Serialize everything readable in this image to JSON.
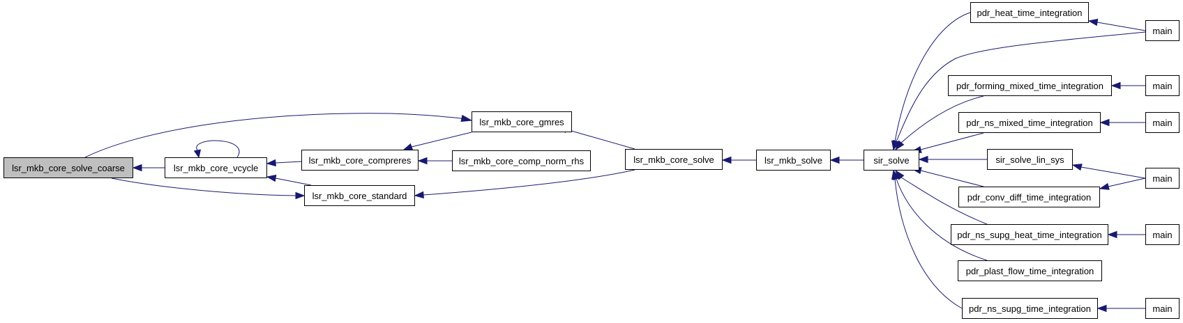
{
  "graph": {
    "edge_color": "#191970",
    "root_fill": "#bfbfbf",
    "nodes": {
      "root": "lsr_mkb_core_solve_coarse",
      "vcycle": "lsr_mkb_core_vcycle",
      "gmres": "lsr_mkb_core_gmres",
      "compreres": "lsr_mkb_core_compreres",
      "comp_norm_rhs": "lsr_mkb_core_comp_norm_rhs",
      "standard": "lsr_mkb_core_standard",
      "core_solve": "lsr_mkb_core_solve",
      "mkb_solve": "lsr_mkb_solve",
      "sir_solve": "sir_solve",
      "heat": "pdr_heat_time_integration",
      "forming": "pdr_forming_mixed_time_integration",
      "ns_mixed": "pdr_ns_mixed_time_integration",
      "lin_sys": "sir_solve_lin_sys",
      "conv_diff": "pdr_conv_diff_time_integration",
      "ns_supg_heat": "pdr_ns_supg_heat_time_integration",
      "plast": "pdr_plast_flow_time_integration",
      "ns_supg": "pdr_ns_supg_time_integration",
      "main1": "main",
      "main2": "main",
      "main3": "main",
      "main4": "main",
      "main5": "main",
      "main6": "main"
    },
    "edges": [
      {
        "from": "vcycle",
        "to": "root"
      },
      {
        "from": "gmres",
        "to": "root"
      },
      {
        "from": "standard",
        "to": "root"
      },
      {
        "from": "vcycle",
        "to": "vcycle"
      },
      {
        "from": "compreres",
        "to": "vcycle"
      },
      {
        "from": "standard",
        "to": "vcycle"
      },
      {
        "from": "gmres",
        "to": "compreres"
      },
      {
        "from": "comp_norm_rhs",
        "to": "compreres"
      },
      {
        "from": "core_solve",
        "to": "gmres"
      },
      {
        "from": "core_solve",
        "to": "standard"
      },
      {
        "from": "mkb_solve",
        "to": "core_solve"
      },
      {
        "from": "sir_solve",
        "to": "mkb_solve"
      },
      {
        "from": "heat",
        "to": "sir_solve"
      },
      {
        "from": "main1",
        "to": "sir_solve"
      },
      {
        "from": "forming",
        "to": "sir_solve"
      },
      {
        "from": "ns_mixed",
        "to": "sir_solve"
      },
      {
        "from": "lin_sys",
        "to": "sir_solve"
      },
      {
        "from": "conv_diff",
        "to": "sir_solve"
      },
      {
        "from": "ns_supg_heat",
        "to": "sir_solve"
      },
      {
        "from": "plast",
        "to": "sir_solve"
      },
      {
        "from": "ns_supg",
        "to": "sir_solve"
      },
      {
        "from": "main1",
        "to": "heat"
      },
      {
        "from": "main2",
        "to": "forming"
      },
      {
        "from": "main3",
        "to": "ns_mixed"
      },
      {
        "from": "main4",
        "to": "lin_sys"
      },
      {
        "from": "main4",
        "to": "conv_diff"
      },
      {
        "from": "main5",
        "to": "ns_supg_heat"
      },
      {
        "from": "main6",
        "to": "ns_supg"
      }
    ]
  }
}
